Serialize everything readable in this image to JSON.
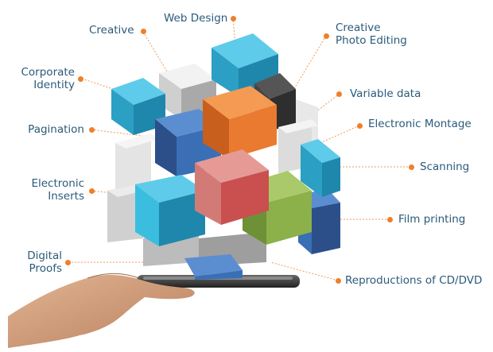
{
  "labels": {
    "creative": "Creative",
    "web_design": "Web Design",
    "creative_photo_editing_1": "Creative",
    "creative_photo_editing_2": "Photo Editing",
    "corporate_identity_1": "Corporate",
    "corporate_identity_2": "Identity",
    "variable_data": "Variable data",
    "pagination": "Pagination",
    "electronic_montage": "Electronic Montage",
    "scanning": "Scanning",
    "electronic_inserts_1": "Electronic",
    "electronic_inserts_2": "Inserts",
    "film_printing": "Film printing",
    "digital_proofs_1": "Digital",
    "digital_proofs_2": "Proofs",
    "reproductions": "Reproductions of CD/DVD"
  },
  "colors": {
    "label_text": "#2a5a7a",
    "dot": "#ef7f2a",
    "leader": "#ef9a5a",
    "cyan": "#3bbde0",
    "blue": "#3a6fb5",
    "orange": "#ea7a30",
    "red": "#c9504e",
    "green": "#8cb04a",
    "gray": "#d8d8d8",
    "dark": "#3a3a3a"
  },
  "icons": {
    "hand": "hand-icon",
    "tablet": "tablet-icon"
  }
}
